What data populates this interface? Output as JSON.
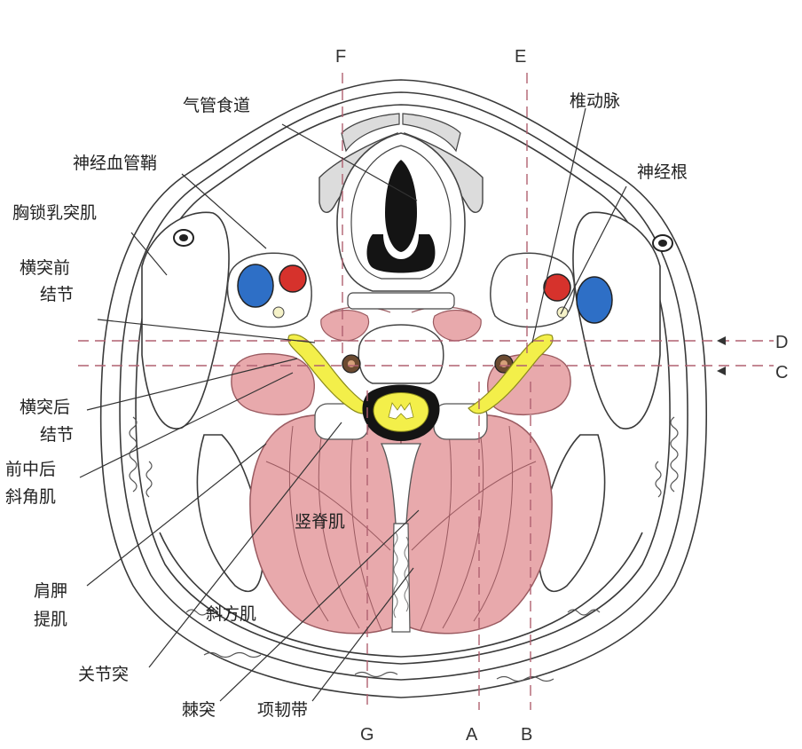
{
  "labels": {
    "trachea_esophagus": "气管食道",
    "vertebral_artery": "椎动脉",
    "neurovascular_sheath": "神经血管鞘",
    "nerve_root": "神经根",
    "sternocleidomastoid": "胸锁乳突肌",
    "anterior_tubercle_line1": "横突前",
    "anterior_tubercle_line2": "结节",
    "posterior_tubercle_line1": "横突后",
    "posterior_tubercle_line2": "结节",
    "scalene_line1": "前中后",
    "scalene_line2": "斜角肌",
    "levator_scapulae_line1": "肩胛",
    "levator_scapulae_line2": "提肌",
    "articular_process": "关节突",
    "spinous_process": "棘突",
    "ligamentum_nuchae": "项韧带",
    "erector_spinae": "竖脊肌",
    "trapezius": "斜方肌"
  },
  "section_lines": {
    "F": "F",
    "E": "E",
    "D": "D",
    "C": "C",
    "G": "G",
    "A": "A",
    "B": "B"
  },
  "colors": {
    "muscle": "#e8a9ac",
    "muscle_stroke": "#9a5a60",
    "nerve": "#f3ef4a",
    "artery": "#d6322c",
    "vein": "#2e6fc6",
    "spinal_cord_canal": "#141414",
    "section_line": "#b06070",
    "cartilage": "#dcdcdc"
  }
}
